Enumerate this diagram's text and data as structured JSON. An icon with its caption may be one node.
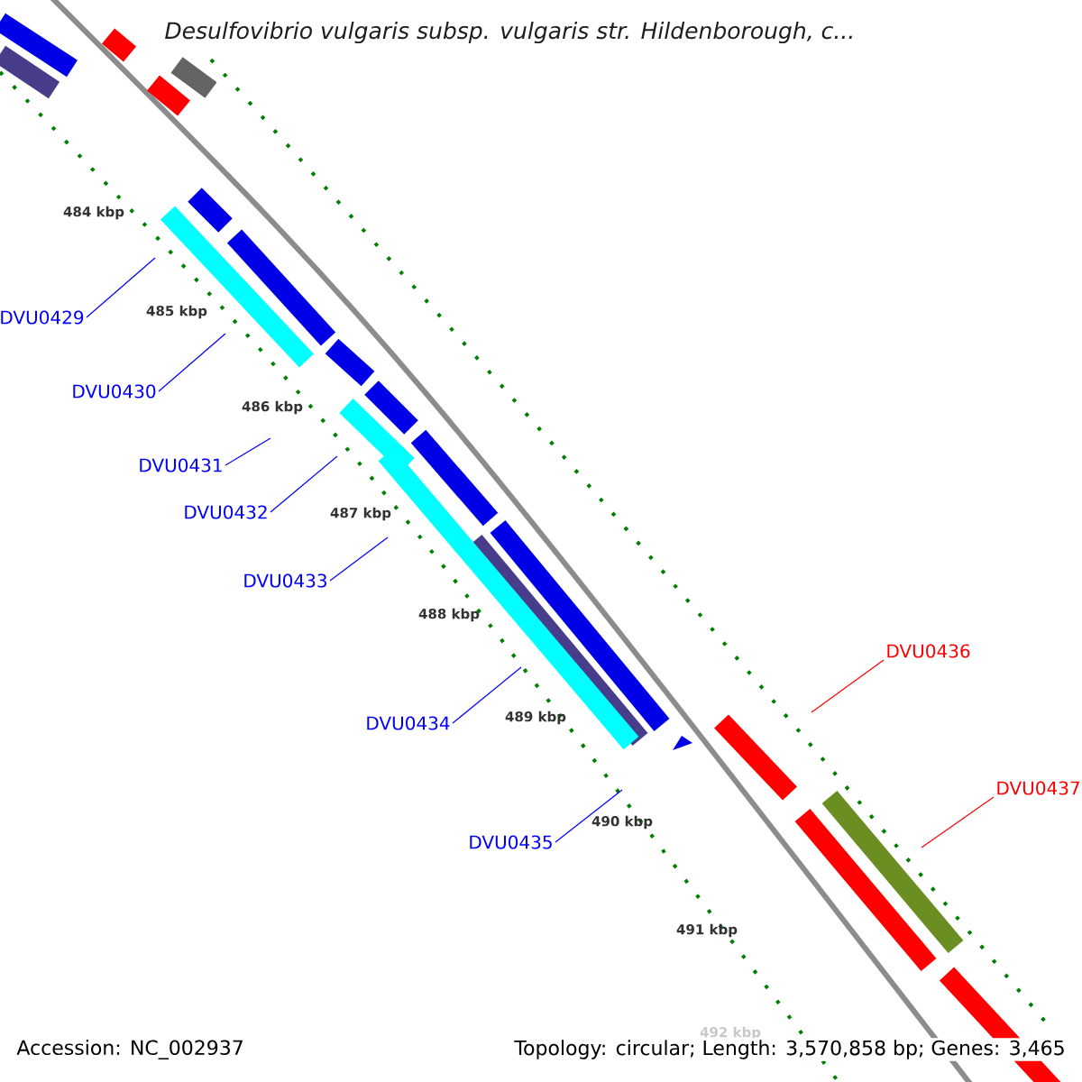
{
  "diagram": {
    "title": "Desulfovibrio vulgaris subsp. vulgaris str. Hildenborough, c...",
    "nodes": [
      {
        "text": [
          "DVU0429"
        ]
      },
      {
        "text": [
          "DVU0430"
        ]
      },
      {
        "text": [
          "DVU0431"
        ]
      },
      {
        "text": [
          "DVU0432"
        ]
      },
      {
        "text": [
          "DVU0433"
        ]
      },
      {
        "text": [
          "DVU0434"
        ]
      },
      {
        "text": [
          "DVU0435"
        ]
      },
      {
        "text": [
          "DVU0436"
        ]
      },
      {
        "text": [
          "DVU0437"
        ]
      }
    ],
    "edges": [
      {
        "from": 0,
        "to": null,
        "arrow": "none"
      },
      {
        "from": 1,
        "to": null,
        "arrow": "none"
      },
      {
        "from": 2,
        "to": null,
        "arrow": "none"
      },
      {
        "from": 3,
        "to": null,
        "arrow": "none"
      },
      {
        "from": 4,
        "to": null,
        "arrow": "none"
      },
      {
        "from": 5,
        "to": null,
        "arrow": "none"
      },
      {
        "from": 6,
        "to": null,
        "arrow": "none"
      },
      {
        "from": 7,
        "to": null,
        "arrow": "none",
        "color": "#ff0000"
      },
      {
        "from": 8,
        "to": null,
        "arrow": "none",
        "color": "#ff0000"
      }
    ],
    "labels": [
      "484 kbp",
      "485 kbp",
      "486 kbp",
      "487 kbp",
      "488 kbp",
      "489 kbp",
      "490 kbp",
      "491 kbp",
      "492 kbp",
      "Accession: NC_002937",
      "Topology: circular; Length: 3,570,858 bp; Genes: 3,465"
    ]
  }
}
